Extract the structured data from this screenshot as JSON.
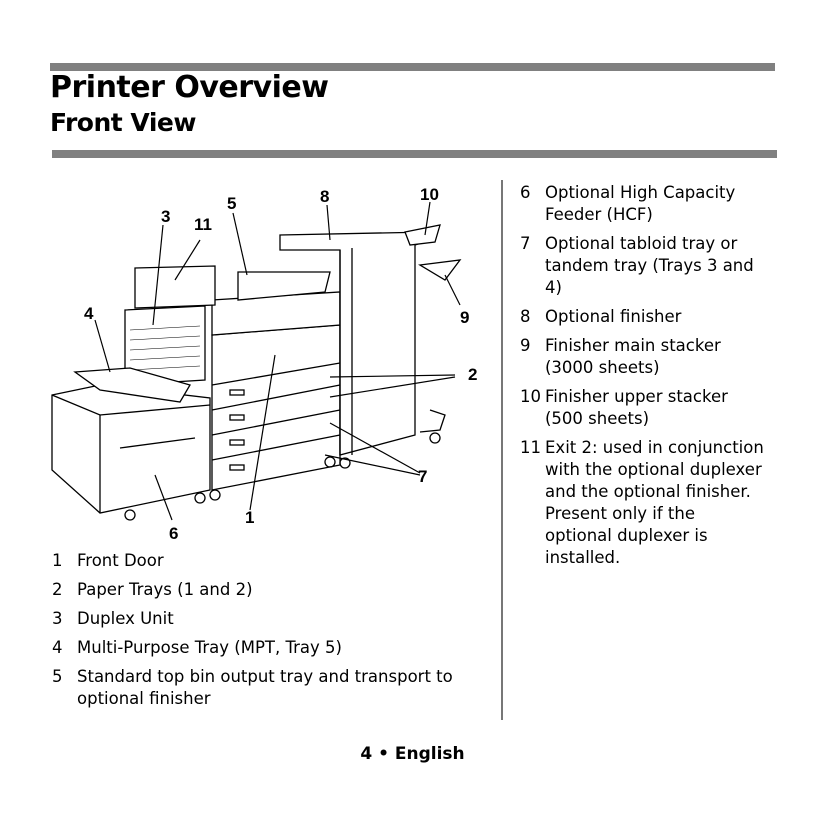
{
  "header": {
    "title": "Printer Overview",
    "subtitle": "Front View"
  },
  "diagram": {
    "callouts": [
      "1",
      "2",
      "3",
      "4",
      "5",
      "6",
      "7",
      "8",
      "9",
      "10",
      "11"
    ]
  },
  "left_list": [
    {
      "num": "1",
      "text": "Front Door"
    },
    {
      "num": "2",
      "text": "Paper Trays (1 and 2)"
    },
    {
      "num": "3",
      "text": "Duplex Unit"
    },
    {
      "num": "4",
      "text": "Multi-Purpose Tray (MPT, Tray 5)"
    },
    {
      "num": "5",
      "text": "Standard top bin output tray and transport to optional finisher"
    }
  ],
  "right_list": [
    {
      "num": "6",
      "text": "Optional High Capacity Feeder (HCF)"
    },
    {
      "num": "7",
      "text": "Optional tabloid tray or tandem tray (Trays 3 and 4)"
    },
    {
      "num": "8",
      "text": "Optional finisher"
    },
    {
      "num": "9",
      "text": "Finisher main stacker (3000 sheets)"
    },
    {
      "num": "10",
      "text": "Finisher upper stacker (500 sheets)"
    },
    {
      "num": "11",
      "text": "Exit 2: used in conjunction with the optional duplexer and the optional finisher. Present only if the optional duplexer is installed."
    }
  ],
  "footer": {
    "page": "4",
    "bullet": "•",
    "language": "English"
  }
}
